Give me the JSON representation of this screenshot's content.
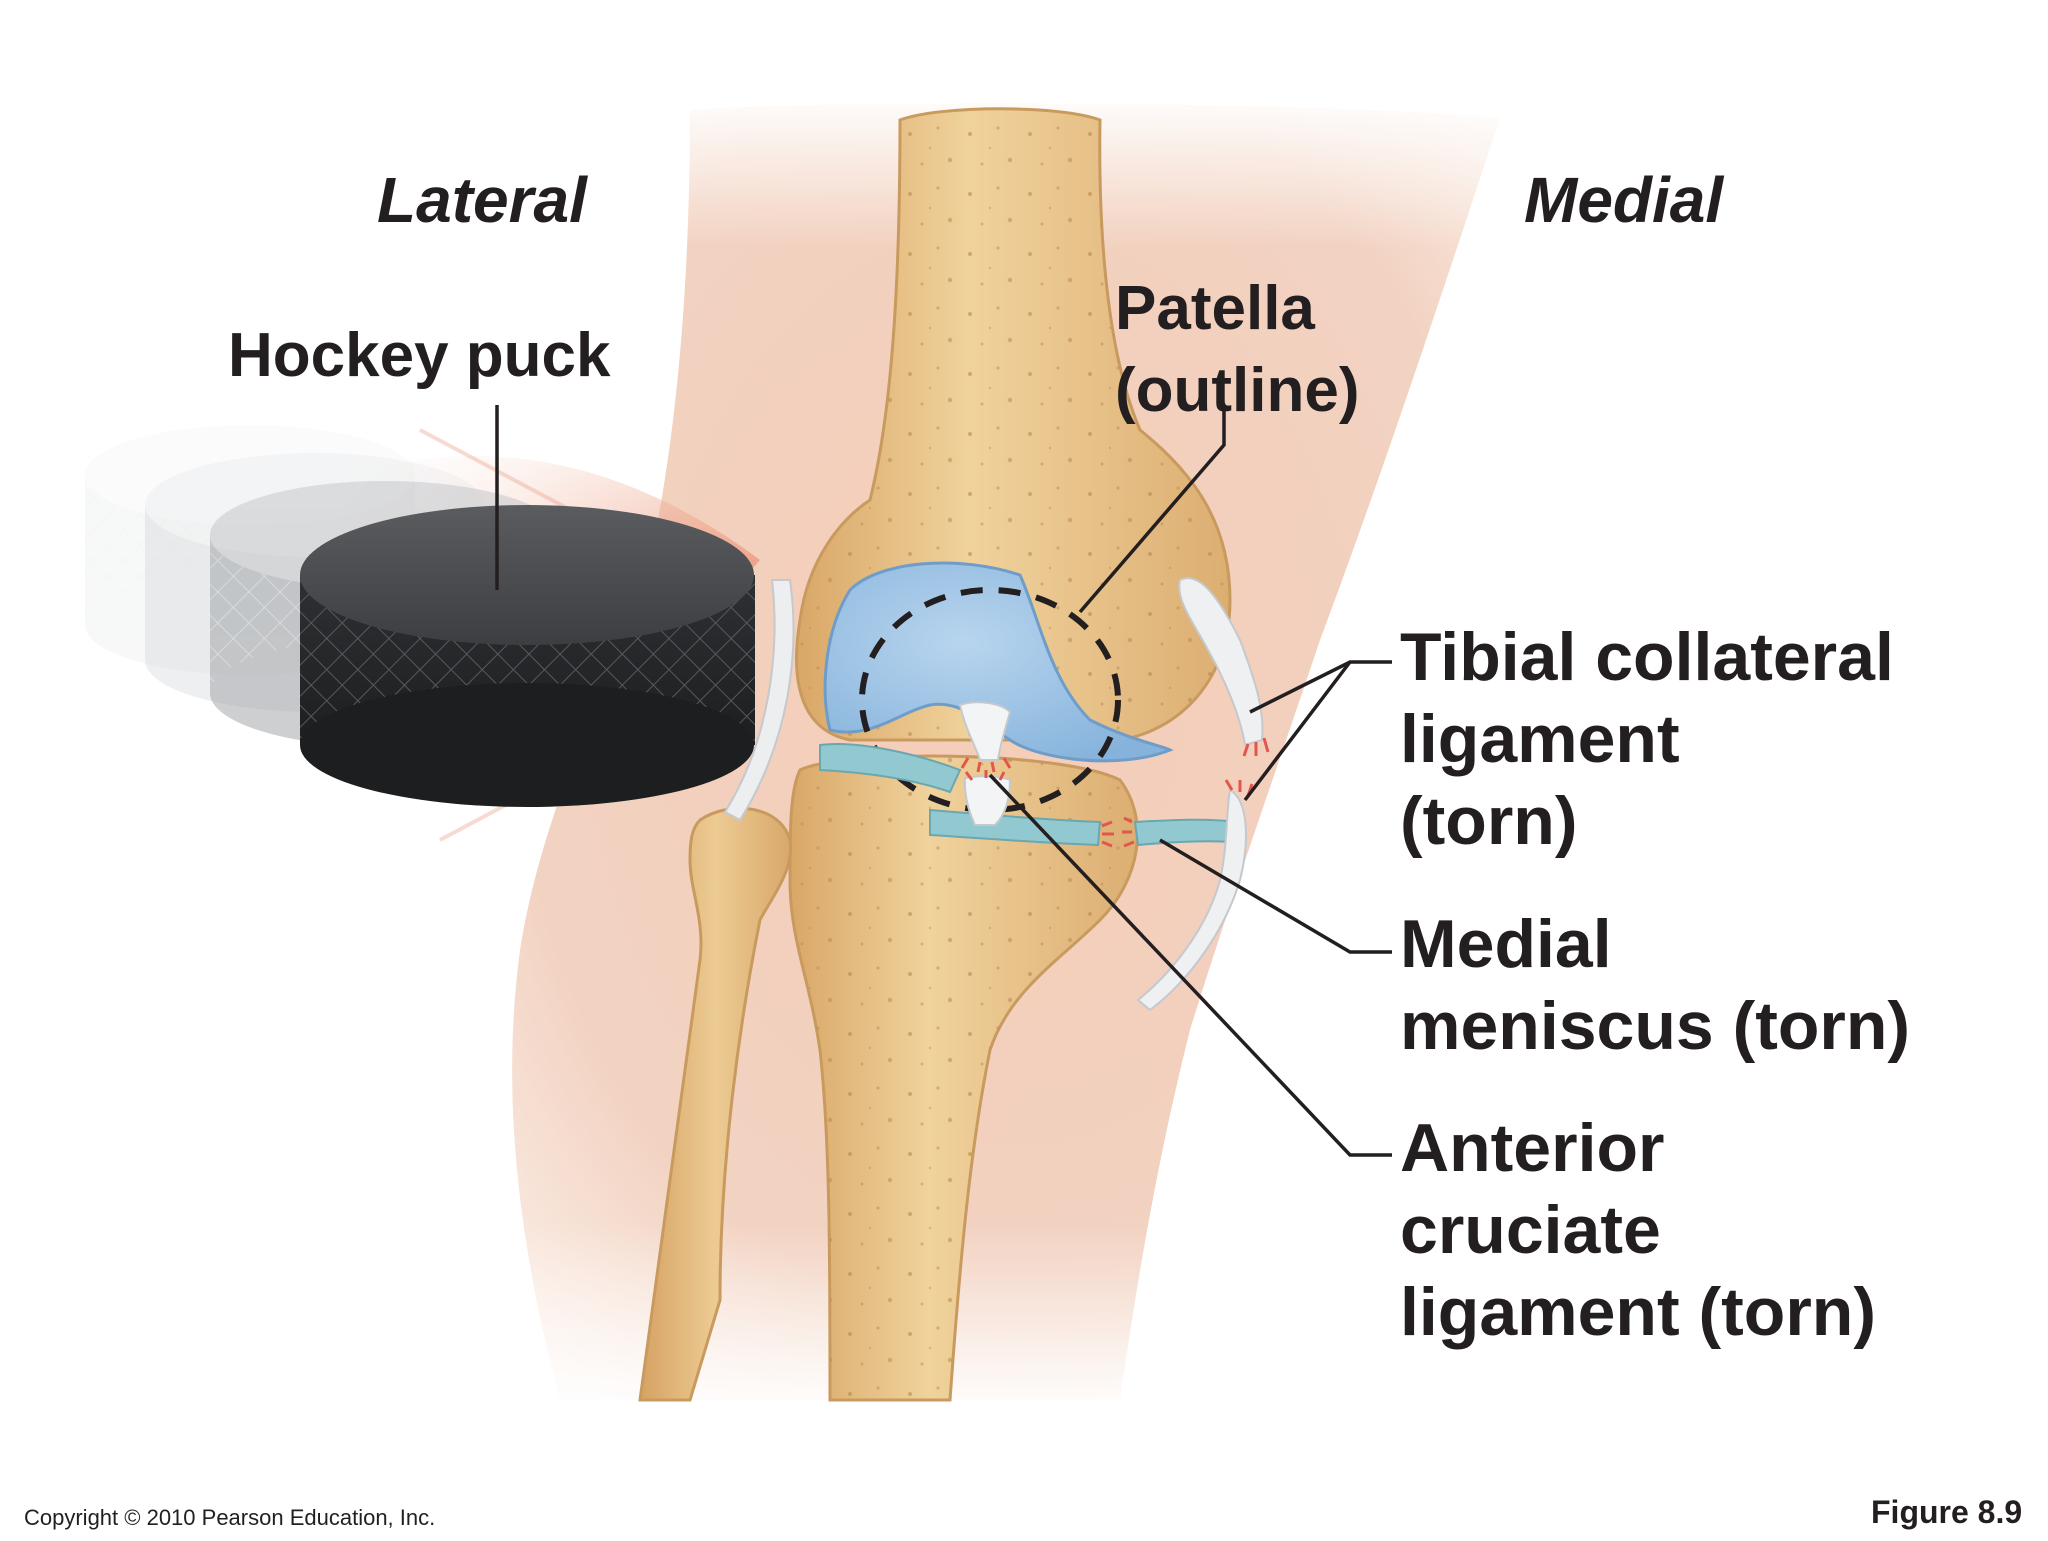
{
  "labels": {
    "lateral": "Lateral",
    "medial": "Medial",
    "hockey_puck": "Hockey puck",
    "patella": [
      "Patella",
      "(outline)"
    ],
    "tibial_collateral": [
      "Tibial collateral",
      "ligament",
      "(torn)"
    ],
    "medial_meniscus": [
      "Medial",
      "meniscus (torn)"
    ],
    "acl": [
      "Anterior",
      "cruciate",
      "ligament (torn)"
    ]
  },
  "footer": {
    "copyright": "Copyright © 2010 Pearson Education, Inc.",
    "figure": "Figure 8.9"
  },
  "colors": {
    "bone": "#e9c68c",
    "skin": "#f1c9b4",
    "cartilage": "#9fc3e4",
    "meniscus": "#8fc9cf",
    "ligament": "#eef0f2",
    "tear": "#e2574c",
    "puck": "#3b3d40",
    "text": "#231f20"
  }
}
